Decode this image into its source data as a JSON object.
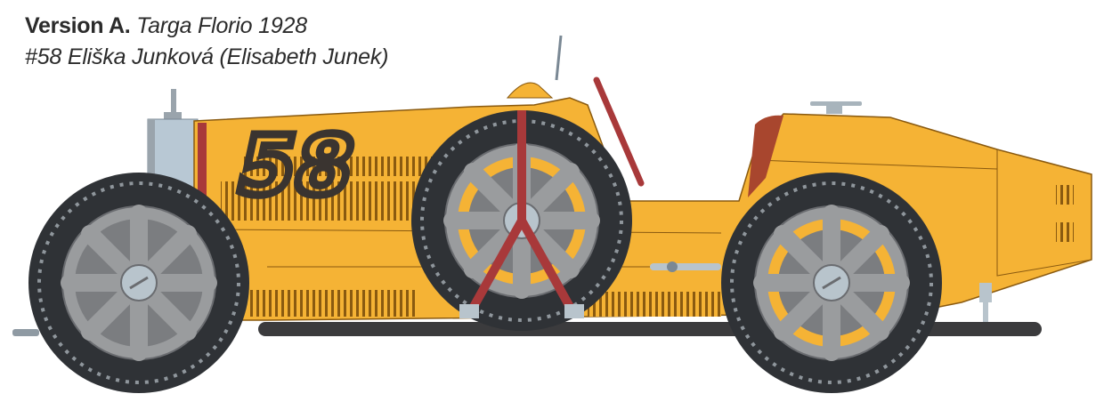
{
  "caption": {
    "version_label": "Version A.",
    "event": "Targa Florio 1928",
    "driver": "#58 Eliška Junková (Elisabeth Junek)"
  },
  "illustration": {
    "subject": "racing-car-side-profile",
    "race_number": "58",
    "colors": {
      "body": "#f5b335",
      "body_shadow": "#d99a22",
      "outline": "#8a5a10",
      "tyre": "#2f3236",
      "wheel": "#9a9c9e",
      "wheel_dark": "#7b7d80",
      "strap": "#a8393a",
      "metal": "#b8c4cc",
      "seat": "#a8462e",
      "number": "#3a3430",
      "chassis": "#3b3b3d"
    }
  }
}
